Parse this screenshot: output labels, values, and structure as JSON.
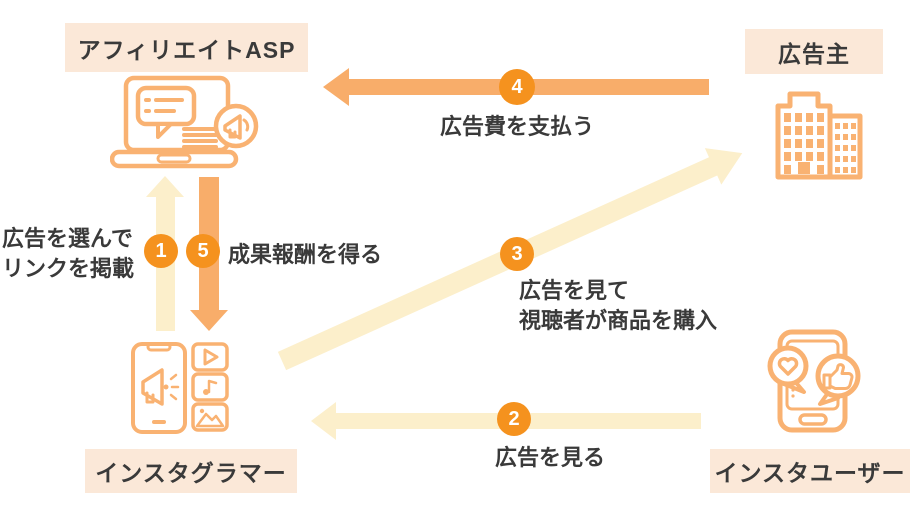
{
  "colors": {
    "arrow_pale": "#FCEFCB",
    "arrow_orange": "#F8AD6A",
    "badge": "#F5921E",
    "icon_stroke": "#F9B272",
    "label_bg": "#FBE8D8",
    "text": "#3A3A3A"
  },
  "entities": {
    "asp": {
      "label": "アフィリエイトASP",
      "icon": "laptop-megaphone-icon"
    },
    "advertiser": {
      "label": "広告主",
      "icon": "office-building-icon"
    },
    "instagrammer": {
      "label": "インスタグラマー",
      "icon": "smartphone-megaphone-icon"
    },
    "insta_user": {
      "label": "インスタユーザー",
      "icon": "smartphone-reactions-icon"
    }
  },
  "steps": {
    "s1": {
      "number": "1",
      "line1": "広告を選んで",
      "line2": "リンクを掲載",
      "from": "インスタグラマー",
      "to": "アフィリエイトASP",
      "arrow_style": "pale-up"
    },
    "s2": {
      "number": "2",
      "line1": "広告を見る",
      "from": "インスタユーザー",
      "to": "インスタグラマー",
      "arrow_style": "pale-left"
    },
    "s3": {
      "number": "3",
      "line1": "広告を見て",
      "line2": "視聴者が商品を購入",
      "from": "インスタグラマー",
      "to": "広告主",
      "arrow_style": "pale-diagonal-up-right"
    },
    "s4": {
      "number": "4",
      "line1": "広告費を支払う",
      "from": "広告主",
      "to": "アフィリエイトASP",
      "arrow_style": "orange-left"
    },
    "s5": {
      "number": "5",
      "line1": "成果報酬を得る",
      "from": "アフィリエイトASP",
      "to": "インスタグラマー",
      "arrow_style": "orange-down"
    }
  }
}
